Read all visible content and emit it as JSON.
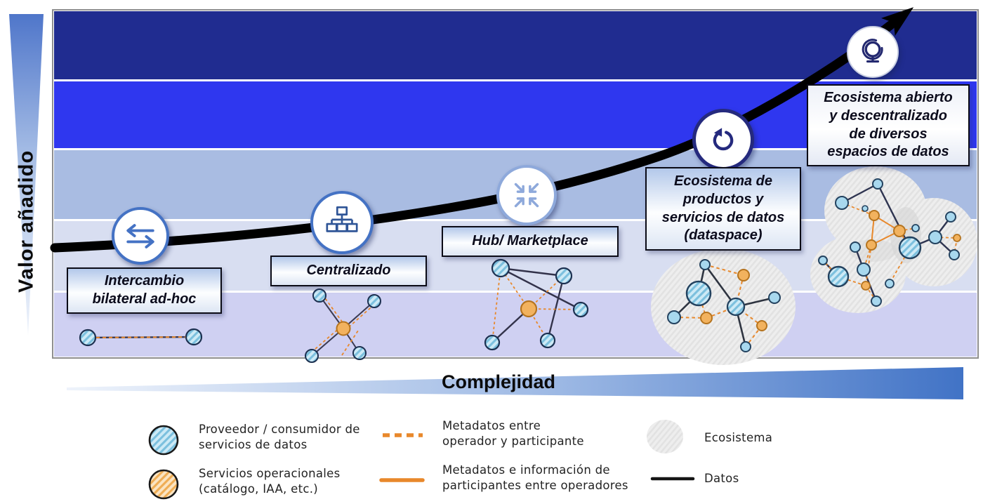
{
  "diagram": {
    "y_axis_label": "Valor añadido",
    "x_axis_label": "Complejidad",
    "stages": [
      {
        "id": "bilateral",
        "label": "Intercambio\nbilateral ad-hoc",
        "icon": "exchange-arrows-icon"
      },
      {
        "id": "centralized",
        "label": "Centralizado",
        "icon": "hierarchy-icon"
      },
      {
        "id": "hub-marketplace",
        "label": "Hub/ Marketplace",
        "icon": "converge-arrows-icon"
      },
      {
        "id": "dataspace",
        "label": "Ecosistema de\nproductos y\nservicios de datos\n(dataspace)",
        "icon": "cycle-arrow-icon"
      },
      {
        "id": "open-ecosystem",
        "label": "Ecosistema abierto\ny descentralizado\nde diversos\nespacios de datos",
        "icon": "globe-icon"
      }
    ],
    "legend": [
      {
        "symbol": "blue-hatched-circle",
        "label": "Proveedor / consumidor de\nservicios de datos"
      },
      {
        "symbol": "orange-hatched-circle",
        "label": "Servicios operacionales\n(catálogo, IAA, etc.)"
      },
      {
        "symbol": "orange-dashed-line",
        "label": "Metadatos entre\noperador y participante"
      },
      {
        "symbol": "orange-solid-line",
        "label": "Metadatos e información de\nparticipantes entre operadores"
      },
      {
        "symbol": "gray-hatched-blob",
        "label": "Ecosistema"
      },
      {
        "symbol": "black-solid-line",
        "label": "Datos"
      }
    ],
    "colors": {
      "bands": [
        "#202c90",
        "#2f37ef",
        "#a9bce2",
        "#d8def1",
        "#cfd0f2"
      ],
      "curve": "#000000",
      "icon_blue": "#4472c4",
      "icon_light_blue": "#8ea9db",
      "icon_navy": "#252a7e",
      "node_blue": "#a8d8ee",
      "node_orange": "#f2b25e",
      "line_orange": "#e8882b",
      "ecosystem_gray": "#ebebeb"
    }
  }
}
